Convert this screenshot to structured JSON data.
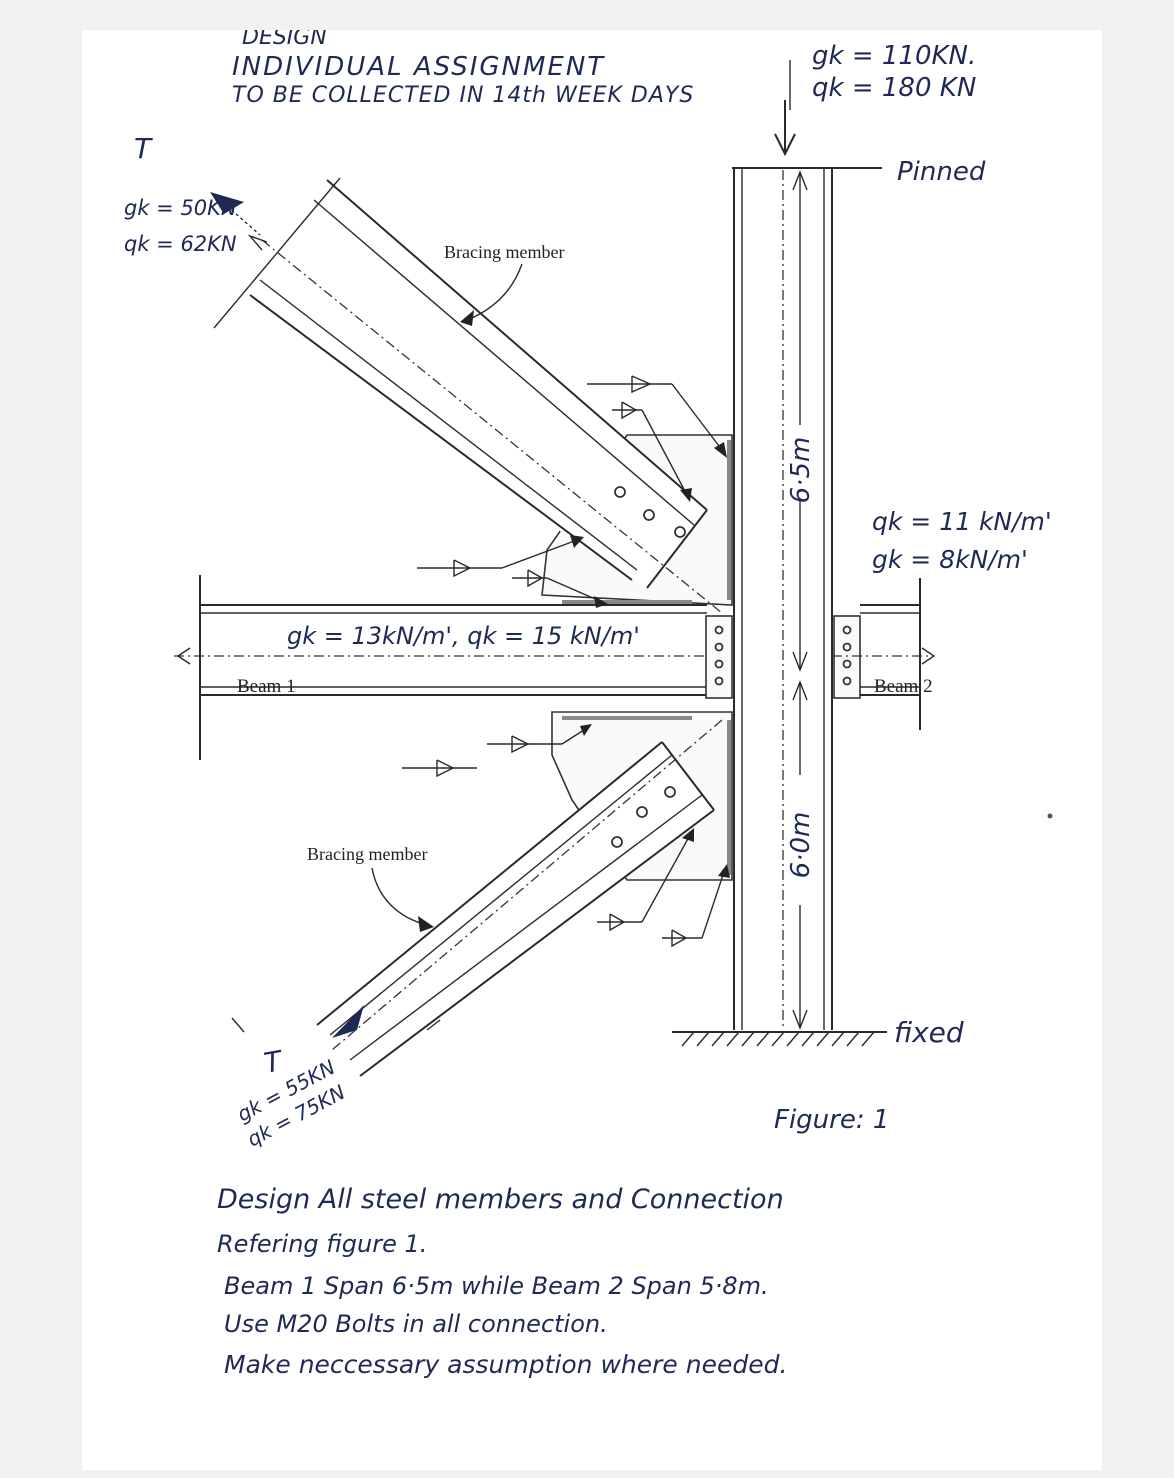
{
  "header": {
    "line_scribble": "DESIGN",
    "line1": "INDIVIDUAL ASSIGNMENT",
    "line2": "TO BE COLLECTED IN 14th WEEK DAYS"
  },
  "column_top_loads": {
    "gk": "gk = 110KN.",
    "qk": "qk = 180 KN"
  },
  "column_top_support": "Pinned",
  "column_bottom_support": "fixed",
  "column_upper_length": "6·5m",
  "column_lower_length": "6·0m",
  "upper_bracing": {
    "tension_label": "T",
    "gk": "gk = 50KN",
    "qk": "qk = 62KN",
    "caption": "Bracing member"
  },
  "lower_bracing": {
    "tension_label": "T",
    "gk": "gk = 55KN",
    "qk": "qk = 75KN",
    "caption": "Bracing member"
  },
  "beam1": {
    "label": "Beam 1",
    "load": "gk = 13kN/m', qk = 15 kN/m'"
  },
  "beam2": {
    "label": "Beam 2",
    "qk": "qk = 11 kN/m'",
    "gk": "gk = 8kN/m'"
  },
  "figure_caption": "Figure: 1",
  "instructions": [
    "Design All steel members and Connection",
    "Refering figure 1.",
    "Beam 1 Span 6·5m while Beam 2 Span 5·8m.",
    "Use M20 Bolts in all connection.",
    "Make neccessary assumption where needed."
  ]
}
